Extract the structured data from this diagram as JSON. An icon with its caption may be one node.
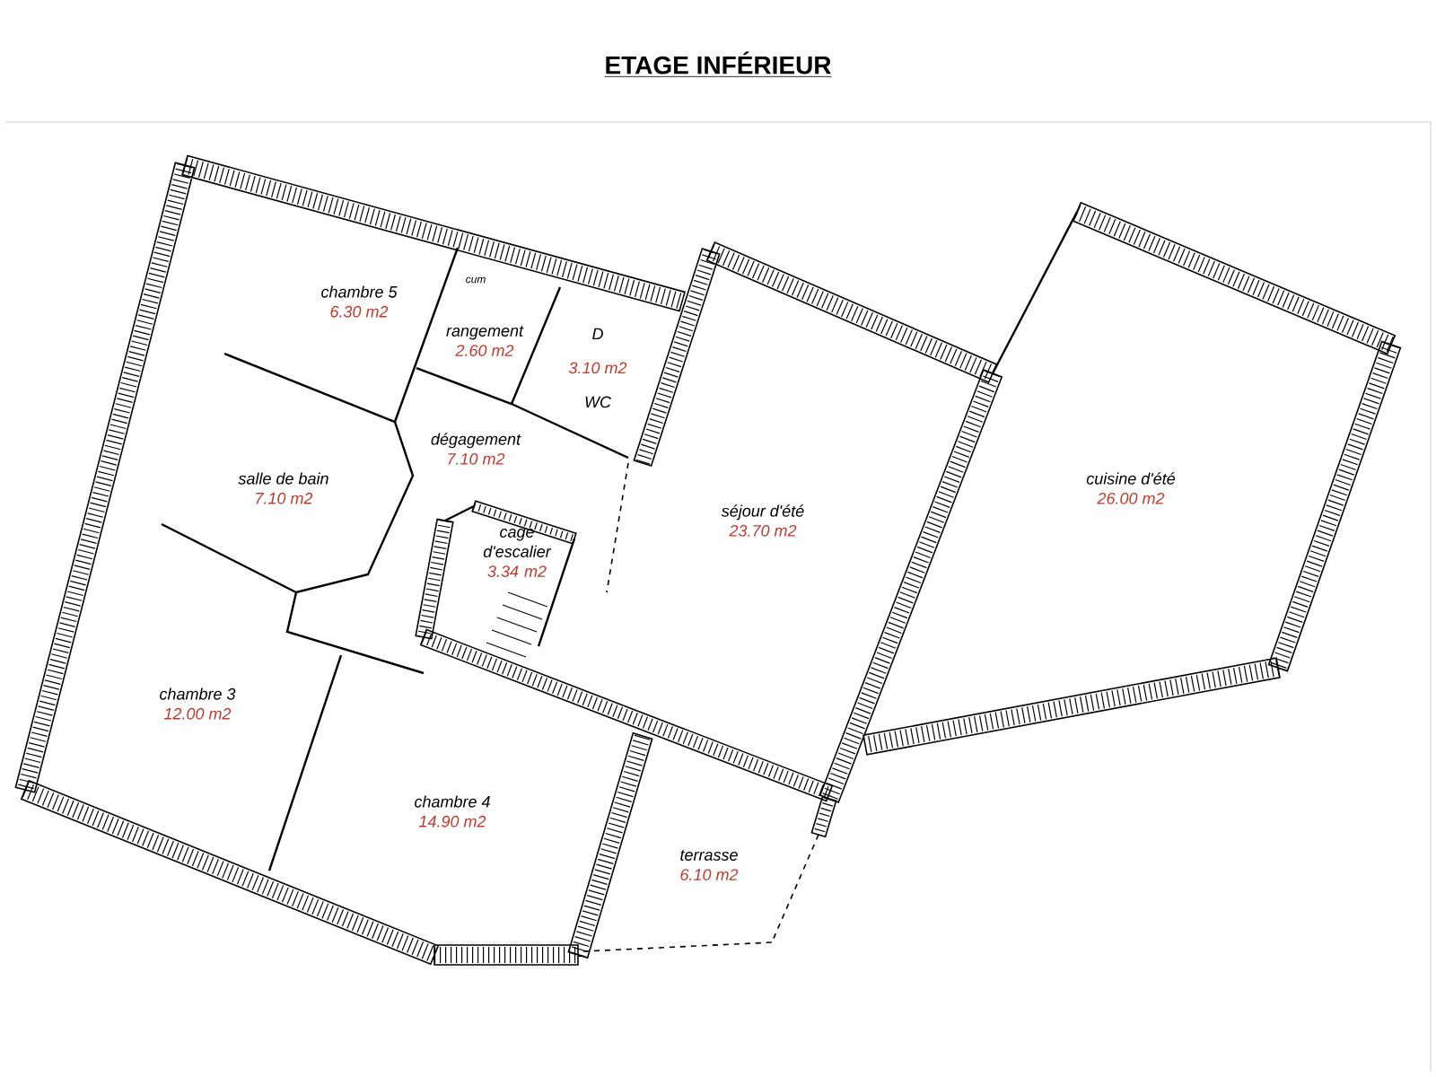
{
  "diagram": {
    "title": "ETAGE INFÉRIEUR",
    "nodes": [
      {
        "text": [
          "chambre 5",
          "6.30 m2"
        ]
      },
      {
        "text": [
          "rangement",
          "2.60 m2"
        ]
      },
      {
        "text": [
          "D",
          "3.10 m2",
          "WC"
        ]
      },
      {
        "text": [
          "salle de bain",
          "7.10 m2"
        ]
      },
      {
        "text": [
          "dégagement",
          "7.10 m2"
        ]
      },
      {
        "text": [
          "cage d'escalier",
          "3.34 m2"
        ]
      },
      {
        "text": [
          "séjour d'été",
          "23.70 m2"
        ]
      },
      {
        "text": [
          "cuisine d'été",
          "26.00 m2"
        ]
      },
      {
        "text": [
          "chambre 3",
          "12.00 m2"
        ]
      },
      {
        "text": [
          "chambre 4",
          "14.90 m2"
        ]
      },
      {
        "text": [
          "terrasse",
          "6.10 m2"
        ]
      }
    ],
    "labels": [
      "cum"
    ]
  }
}
